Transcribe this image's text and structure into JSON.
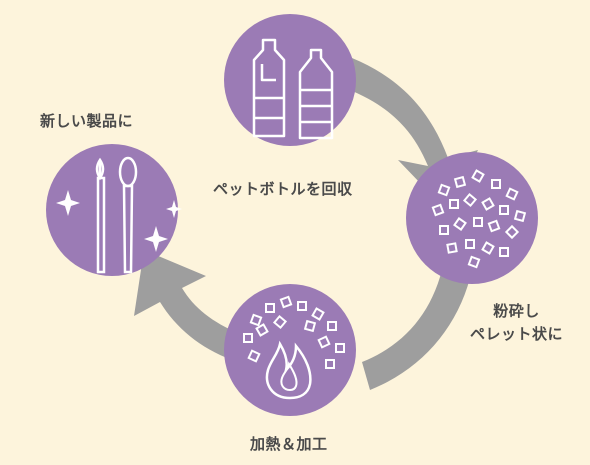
{
  "steps": {
    "new_product": "新しい製品に",
    "collect": "ペットボトルを回収",
    "crush_line1": "粉砕し",
    "crush_line2": "ペレット状に",
    "heat": "加熱＆加工"
  },
  "colors": {
    "background": "#fdf4dc",
    "circle": "#9b7bb5",
    "arrow": "#9e9e9e",
    "icon_stroke": "#ffffff",
    "text": "#4a4a4a"
  },
  "icons": {
    "collect": "pet-bottles-icon",
    "crush": "pellets-icon",
    "heat": "flame-pellets-icon",
    "new_product": "makeup-brushes-sparkle-icon"
  }
}
